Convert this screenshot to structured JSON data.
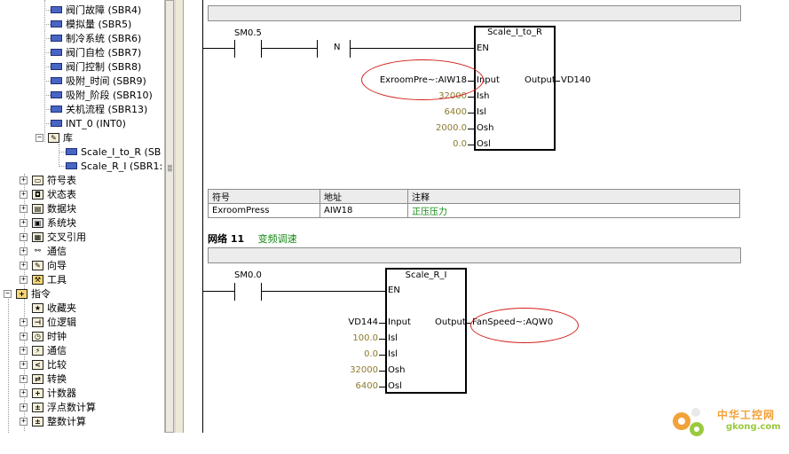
{
  "tree": {
    "items": [
      {
        "label": "阀门故障 (SBR4)"
      },
      {
        "label": "模拟量 (SBR5)"
      },
      {
        "label": "制冷系统 (SBR6)"
      },
      {
        "label": "阀门自检 (SBR7)"
      },
      {
        "label": "阀门控制 (SBR8)"
      },
      {
        "label": "吸附_时间 (SBR9)"
      },
      {
        "label": "吸附_阶段 (SBR10)"
      },
      {
        "label": "关机流程 (SBR13)"
      },
      {
        "label": "INT_0 (INT0)"
      },
      {
        "label": "库"
      },
      {
        "label": "Scale_I_to_R (SB"
      },
      {
        "label": "Scale_R_I (SBR1:"
      },
      {
        "label": "符号表"
      },
      {
        "label": "状态表"
      },
      {
        "label": "数据块"
      },
      {
        "label": "系统块"
      },
      {
        "label": "交叉引用"
      },
      {
        "label": "通信"
      },
      {
        "label": "向导"
      },
      {
        "label": "工具"
      },
      {
        "label": "指令"
      },
      {
        "label": "收藏夹"
      },
      {
        "label": "位逻辑"
      },
      {
        "label": "时钟"
      },
      {
        "label": "通信"
      },
      {
        "label": "比较"
      },
      {
        "label": "转换"
      },
      {
        "label": "计数器"
      },
      {
        "label": "浮点数计算"
      },
      {
        "label": "整数计算"
      }
    ],
    "expand_collapsed": "+",
    "expand_open": "−"
  },
  "net10": {
    "contact": "SM0.5",
    "coil": "N",
    "block": {
      "name": "Scale_I_to_R",
      "en": "EN",
      "pins_in": [
        "Input",
        "Ish",
        "Isl",
        "Osh",
        "Osl"
      ],
      "pin_out": "Output",
      "args_in": [
        "ExroomPre~:AIW18",
        "32000",
        "6400",
        "2000.0",
        "0.0"
      ],
      "arg_out": "VD140"
    }
  },
  "symtable": {
    "headers": [
      "符号",
      "地址",
      "注释"
    ],
    "rows": [
      [
        "ExroomPress",
        "AIW18",
        "正压压力"
      ]
    ]
  },
  "net11": {
    "label": "网络 11",
    "comment": "变频调速",
    "contact": "SM0.0",
    "block": {
      "name": "Scale_R_I",
      "en": "EN",
      "pins_in": [
        "Input",
        "Isl",
        "Isl",
        "Osh",
        "Osl"
      ],
      "pin_out": "Output",
      "args_in": [
        "VD144",
        "100.0",
        "0.0",
        "32000",
        "6400"
      ],
      "arg_out": "FanSpeed~:AQW0"
    }
  },
  "watermark": {
    "cn": "中华工控网",
    "domain": "gkong.com"
  },
  "colors": {
    "highlight": "#d2201a",
    "constant": "#8b7a2e",
    "comment": "#138a13",
    "sbr_icon": "#4865c4"
  }
}
